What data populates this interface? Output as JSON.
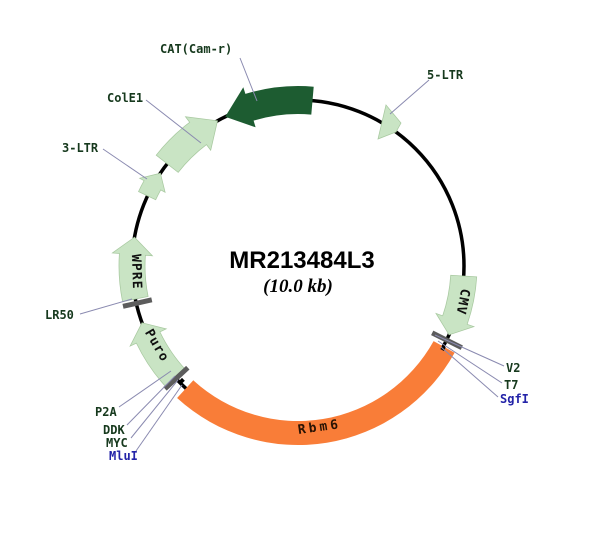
{
  "plasmid": {
    "name": "MR213484L3",
    "size_label": "(10.0 kb)"
  },
  "features": {
    "cat": {
      "label": "CAT(Cam-r)",
      "type": "marker",
      "direction": "ccw"
    },
    "cole1": {
      "label": "ColE1",
      "type": "origin",
      "direction": "cw"
    },
    "ltr3": {
      "label": "3-LTR",
      "type": "ltr",
      "direction": "cw"
    },
    "ltr5": {
      "label": "5-LTR",
      "type": "ltr",
      "direction": "cw"
    },
    "wpre": {
      "label": "WPRE",
      "type": "element",
      "direction": "cw"
    },
    "lr50": {
      "label": "LR50",
      "type": "site"
    },
    "puro": {
      "label": "Puro",
      "type": "marker",
      "direction": "cw"
    },
    "cmv": {
      "label": "CMV",
      "type": "promoter",
      "direction": "cw"
    },
    "orf": {
      "label": "Rbm6",
      "type": "orf",
      "direction": "cw"
    }
  },
  "sites": {
    "v2": {
      "label": "V2"
    },
    "t7": {
      "label": "T7"
    },
    "sgfi": {
      "label": "SgfI"
    },
    "p2a": {
      "label": "P2A"
    },
    "ddk": {
      "label": "DDK"
    },
    "myc": {
      "label": "MYC"
    },
    "mlui": {
      "label": "MluI"
    }
  },
  "colors": {
    "feature_fill_light": "#c9e4c4",
    "feature_edge_light": "#a8c9a0",
    "feature_fill_dark": "#1d5c31",
    "orf_fill": "#f97d38",
    "backbone": "#000000",
    "label_line": "#8a8ab0",
    "tick_gray": "#5c5c5c",
    "feature_label_text": "#16391d",
    "enzyme_label_text": "#2323a8",
    "orf_label_text": "#2a1304"
  }
}
